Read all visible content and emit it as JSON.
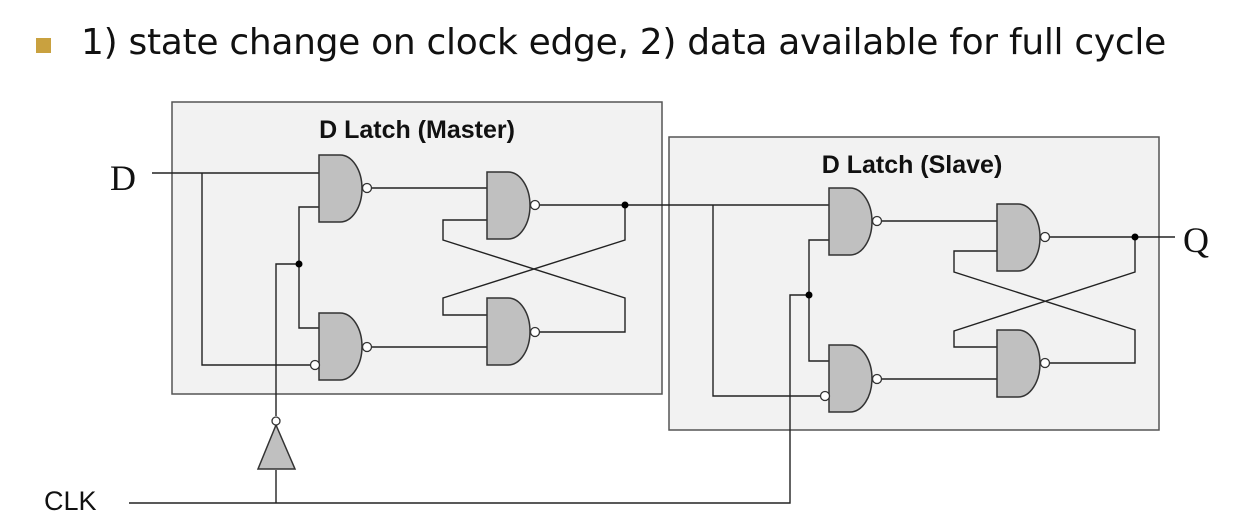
{
  "slide": {
    "bullet_text": "1) state change on clock edge, 2) data available for full cycle",
    "bullet_color": "#c9a13f"
  },
  "diagram": {
    "master_title": "D Latch (Master)",
    "slave_title": "D Latch (Slave)",
    "input_label": "D",
    "output_label": "Q",
    "clock_label": "CLK",
    "gate_type": "NAND",
    "gate_fill": "#c0c0c0",
    "box_fill": "#f2f2f2"
  }
}
